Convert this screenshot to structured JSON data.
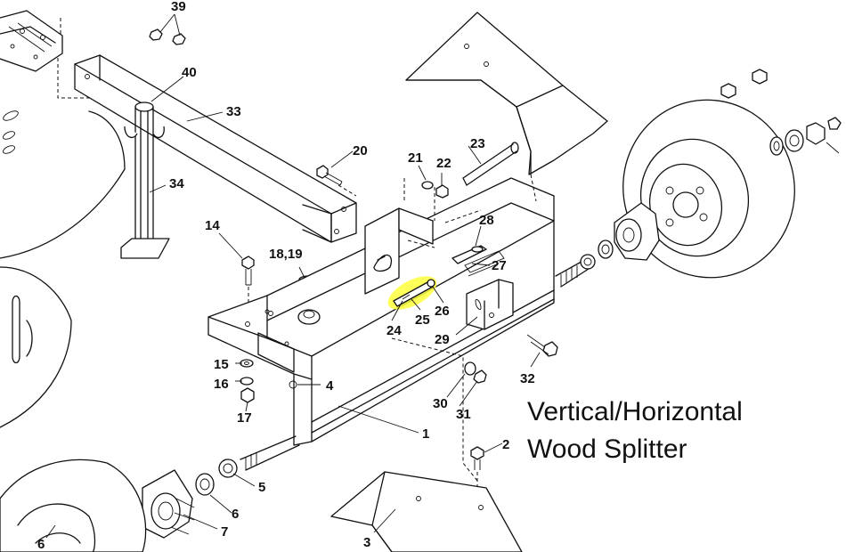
{
  "caption": {
    "line1": "Vertical/Horizontal",
    "line2": "Wood Splitter"
  },
  "highlight_color": "#ffff3c",
  "part_labels": {
    "p39": "39",
    "p40": "40",
    "p33": "33",
    "p34": "34",
    "p20": "20",
    "p21": "21",
    "p22": "22",
    "p23": "23",
    "p28": "28",
    "p27": "27",
    "p14": "14",
    "p18_19": "18,19",
    "p26": "26",
    "p24": "24",
    "p25": "25",
    "p29": "29",
    "p32": "32",
    "p15": "15",
    "p16": "16",
    "p4": "4",
    "p17": "17",
    "p30": "30",
    "p31": "31",
    "p1": "1",
    "p2": "2",
    "p5": "5",
    "p6a": "6",
    "p6b": "6",
    "p7": "7",
    "p3": "3"
  }
}
